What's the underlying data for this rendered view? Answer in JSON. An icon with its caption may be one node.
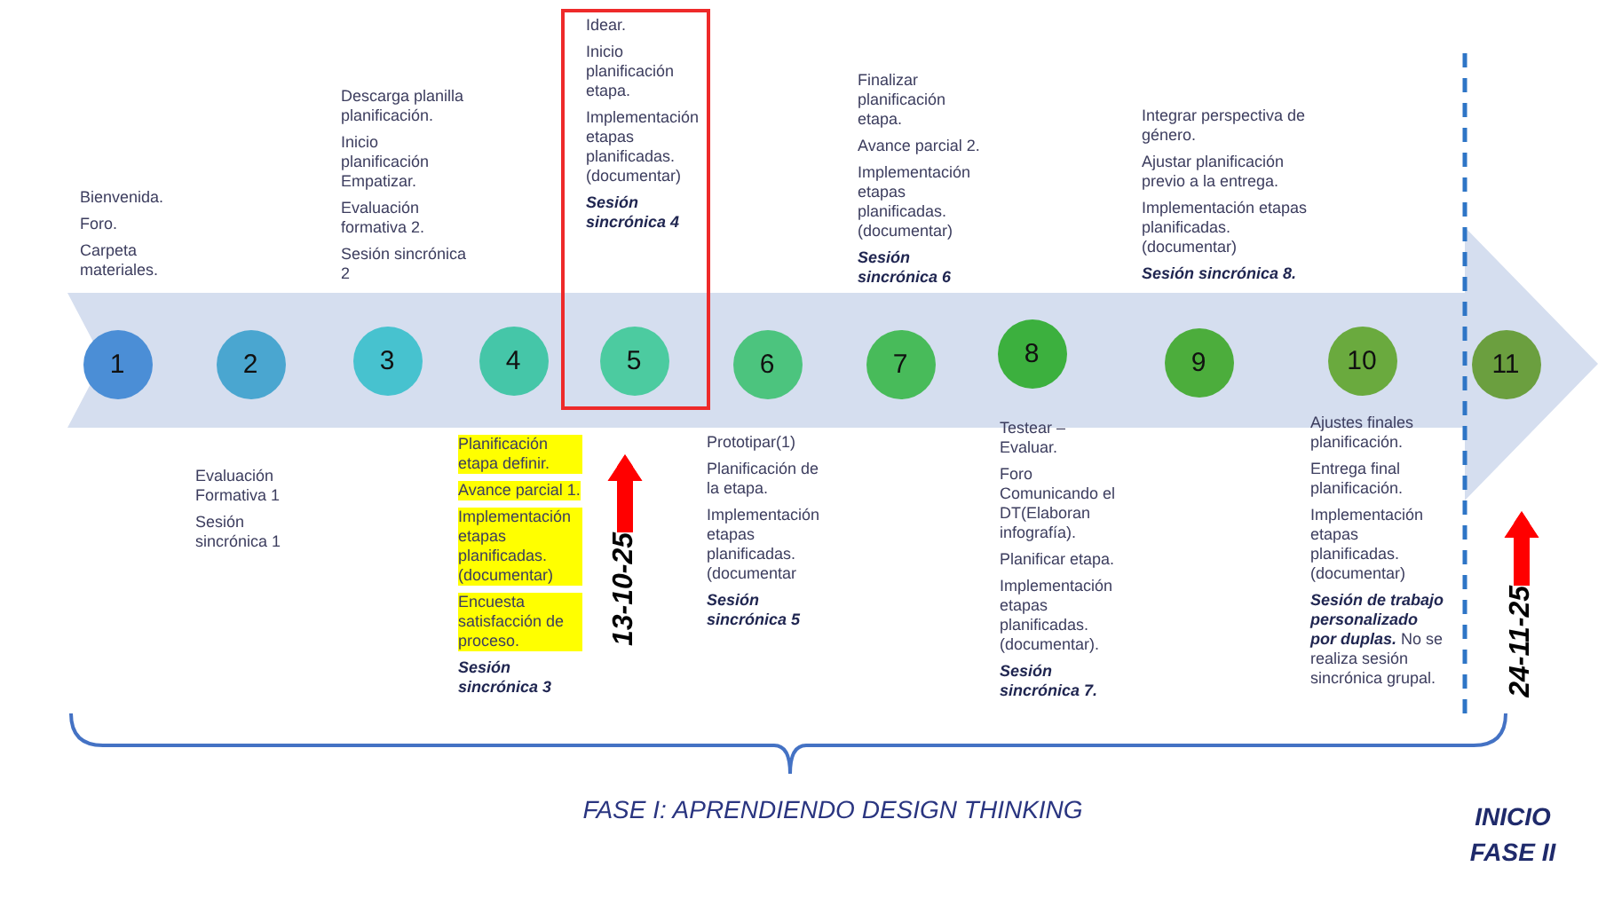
{
  "diagram": {
    "nodes": [
      {
        "text": [
          "1"
        ],
        "beside": [
          "Bienvenida.",
          "Foro.",
          "Carpeta materiales."
        ]
      },
      {
        "text": [
          "2"
        ],
        "beside": [
          "Evaluación Formativa 1",
          "Sesión sincrónica 1"
        ]
      },
      {
        "text": [
          "3"
        ],
        "beside": [
          "Descarga planilla planificación.",
          "Inicio planificación Empatizar.",
          "Evaluación formativa 2.",
          "Sesión sincrónica 2"
        ]
      },
      {
        "text": [
          "4"
        ],
        "beside": [
          "Planificación etapa definir.",
          "Avance parcial 1.",
          "Implementación etapas planificadas. (documentar)",
          "Encuesta satisfacción de proceso.",
          "Sesión sincrónica 3"
        ]
      },
      {
        "text": [
          "Idear.",
          "Inicio planificación etapa.",
          "Implementación etapas planificadas. (documentar)",
          "Sesión sincrónica 4"
        ]
      },
      {
        "text": [
          "5"
        ],
        "in": 4
      },
      {
        "text": [
          "6"
        ],
        "beside": [
          "Prototipar(1)",
          "Planificación de la etapa.",
          "Implementación etapas planificadas. (documentar",
          "Sesión sincrónica 5"
        ]
      },
      {
        "text": [
          "7"
        ],
        "beside": [
          "Finalizar planificación etapa.",
          "Avance parcial 2.",
          "Implementación etapas planificadas. (documentar)",
          "Sesión sincrónica 6"
        ]
      },
      {
        "text": [
          "8"
        ],
        "beside": [
          "Testear – Evaluar.",
          "Foro Comunicando el DT(Elaboran infografía).",
          "Planificar etapa.",
          "Implementación etapas planificadas. (documentar).",
          "Sesión sincrónica 7."
        ]
      },
      {
        "text": [
          "9"
        ],
        "beside": [
          "Integrar perspectiva de género.",
          "Ajustar planificación previo a la entrega.",
          "Implementación etapas planificadas. (documentar)",
          "Sesión sincrónica 8."
        ]
      },
      {
        "text": [
          "10"
        ],
        "beside": [
          "Ajustes finales planificación.",
          "Entrega final planificación.",
          "Implementación etapas planificadas. (documentar)",
          "**Sesión de trabajo personalizado por duplas.** No se realiza sesión sincrónica grupal."
        ]
      },
      {
        "text": [
          "11"
        ]
      },
      {
        "text": [
          "13-10-25"
        ]
      },
      {
        "text": [
          "24-11-25"
        ]
      }
    ],
    "edges": [
      {
        "from": 12,
        "to": null,
        "arrow": "to",
        "color": "#ff0000"
      },
      {
        "from": 13,
        "to": null,
        "arrow": "to",
        "color": "#ff0000"
      }
    ],
    "labels": [
      "FASE I: APRENDIENDO DESIGN THINKING",
      "INICIO FASE II"
    ]
  }
}
